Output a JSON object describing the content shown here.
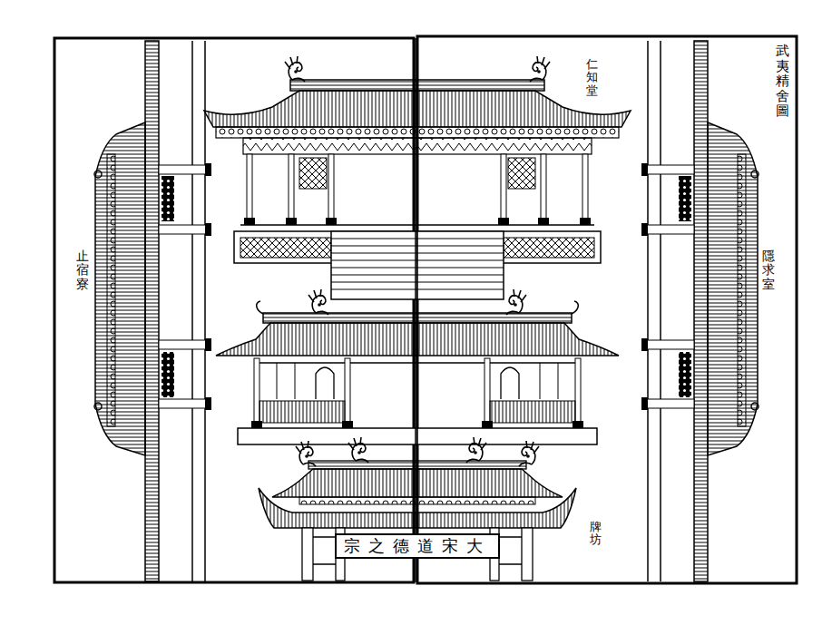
{
  "diagram": {
    "title": "武夷精舍圖",
    "nodes": [
      {
        "text": [
          "大宋道德之宗"
        ]
      }
    ],
    "labels": [
      "仁知堂",
      "止宿寮",
      "隱求室",
      "牌坊"
    ]
  }
}
